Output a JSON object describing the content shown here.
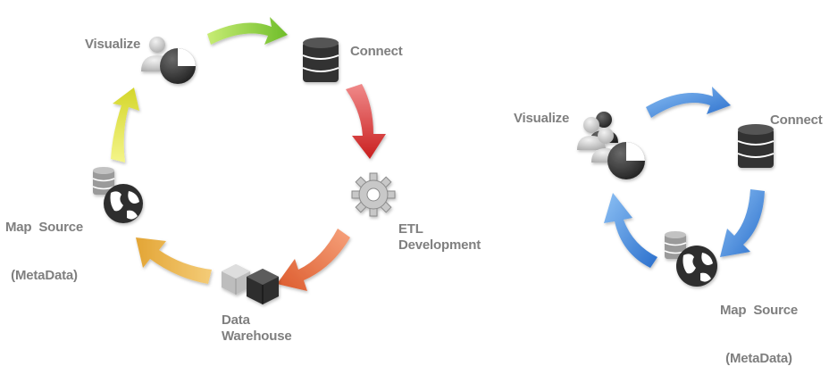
{
  "left_cycle": {
    "nodes": {
      "visualize": {
        "label": "Visualize",
        "icon": "users-pie-chart-icon"
      },
      "connect": {
        "label": "Connect",
        "icon": "database-icon"
      },
      "etl": {
        "label_line1": "ETL",
        "label_line2": "Development",
        "icon": "gear-icon"
      },
      "warehouse": {
        "label_line1": "Data",
        "label_line2": "Warehouse",
        "icon": "cubes-icon"
      },
      "map_source": {
        "label_line1": "Map  Source",
        "label_line2": "(MetaData)",
        "icon": "database-globe-icon"
      }
    },
    "arrow_colors": {
      "visualize_to_connect": "#8fcf3c",
      "connect_to_etl": "#d93a3a",
      "etl_to_warehouse": "#e8744a",
      "warehouse_to_map": "#e8b552",
      "map_to_visualize": "#e3e64a"
    }
  },
  "right_cycle": {
    "nodes": {
      "visualize": {
        "label": "Visualize",
        "icon": "users-pie-chart-icon"
      },
      "connect": {
        "label": "Connect",
        "icon": "database-icon"
      },
      "map_source": {
        "label_line1": "Map  Source",
        "label_line2": "(MetaData)",
        "icon": "database-globe-icon"
      }
    },
    "arrow_color": "#3a82d8"
  },
  "colors": {
    "text": "#7f7f7f",
    "icon_dark": "#3a3a3a",
    "icon_gray": "#9a9a9a"
  }
}
